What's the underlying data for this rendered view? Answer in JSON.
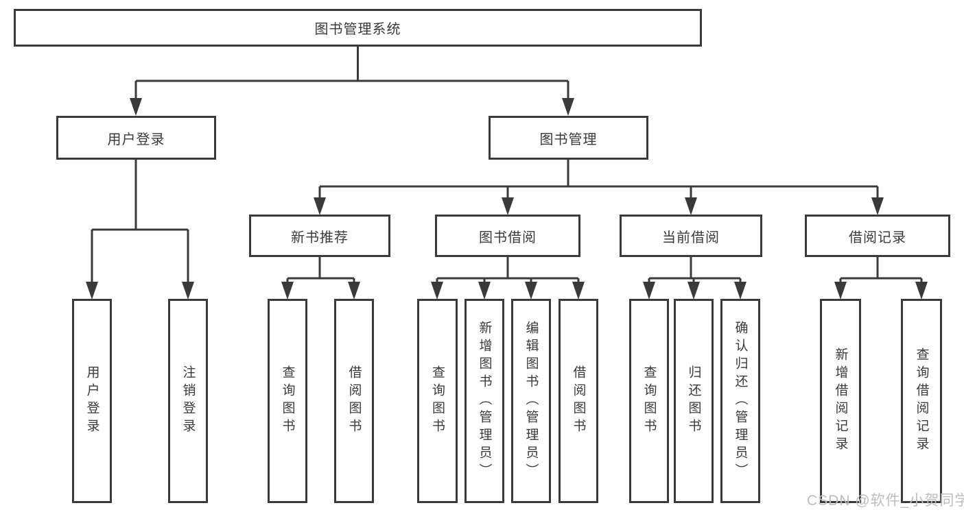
{
  "tree": {
    "label": "图书管理系统",
    "children": [
      {
        "label": "用户登录",
        "children": [
          {
            "label": "用户登录"
          },
          {
            "label": "注销登录"
          }
        ]
      },
      {
        "label": "图书管理",
        "children": [
          {
            "label": "新书推荐",
            "children": [
              {
                "label": "查询图书"
              },
              {
                "label": "借阅图书"
              }
            ]
          },
          {
            "label": "图书借阅",
            "children": [
              {
                "label": "查询图书"
              },
              {
                "label": "新增图书（管理员）"
              },
              {
                "label": "编辑图书（管理员）"
              },
              {
                "label": "借阅图书"
              }
            ]
          },
          {
            "label": "当前借阅",
            "children": [
              {
                "label": "查询图书"
              },
              {
                "label": "归还图书"
              },
              {
                "label": "确认归还（管理员）"
              }
            ]
          },
          {
            "label": "借阅记录",
            "children": [
              {
                "label": "新增借阅记录"
              },
              {
                "label": "查询借阅记录"
              }
            ]
          }
        ]
      }
    ]
  },
  "watermark": {
    "text": "CSDN @软件_小贺同学"
  },
  "colors": {
    "line": "#3a3a3a",
    "text": "#3a3a3a",
    "watermark": "#bdbdbd",
    "background": "#ffffff"
  }
}
